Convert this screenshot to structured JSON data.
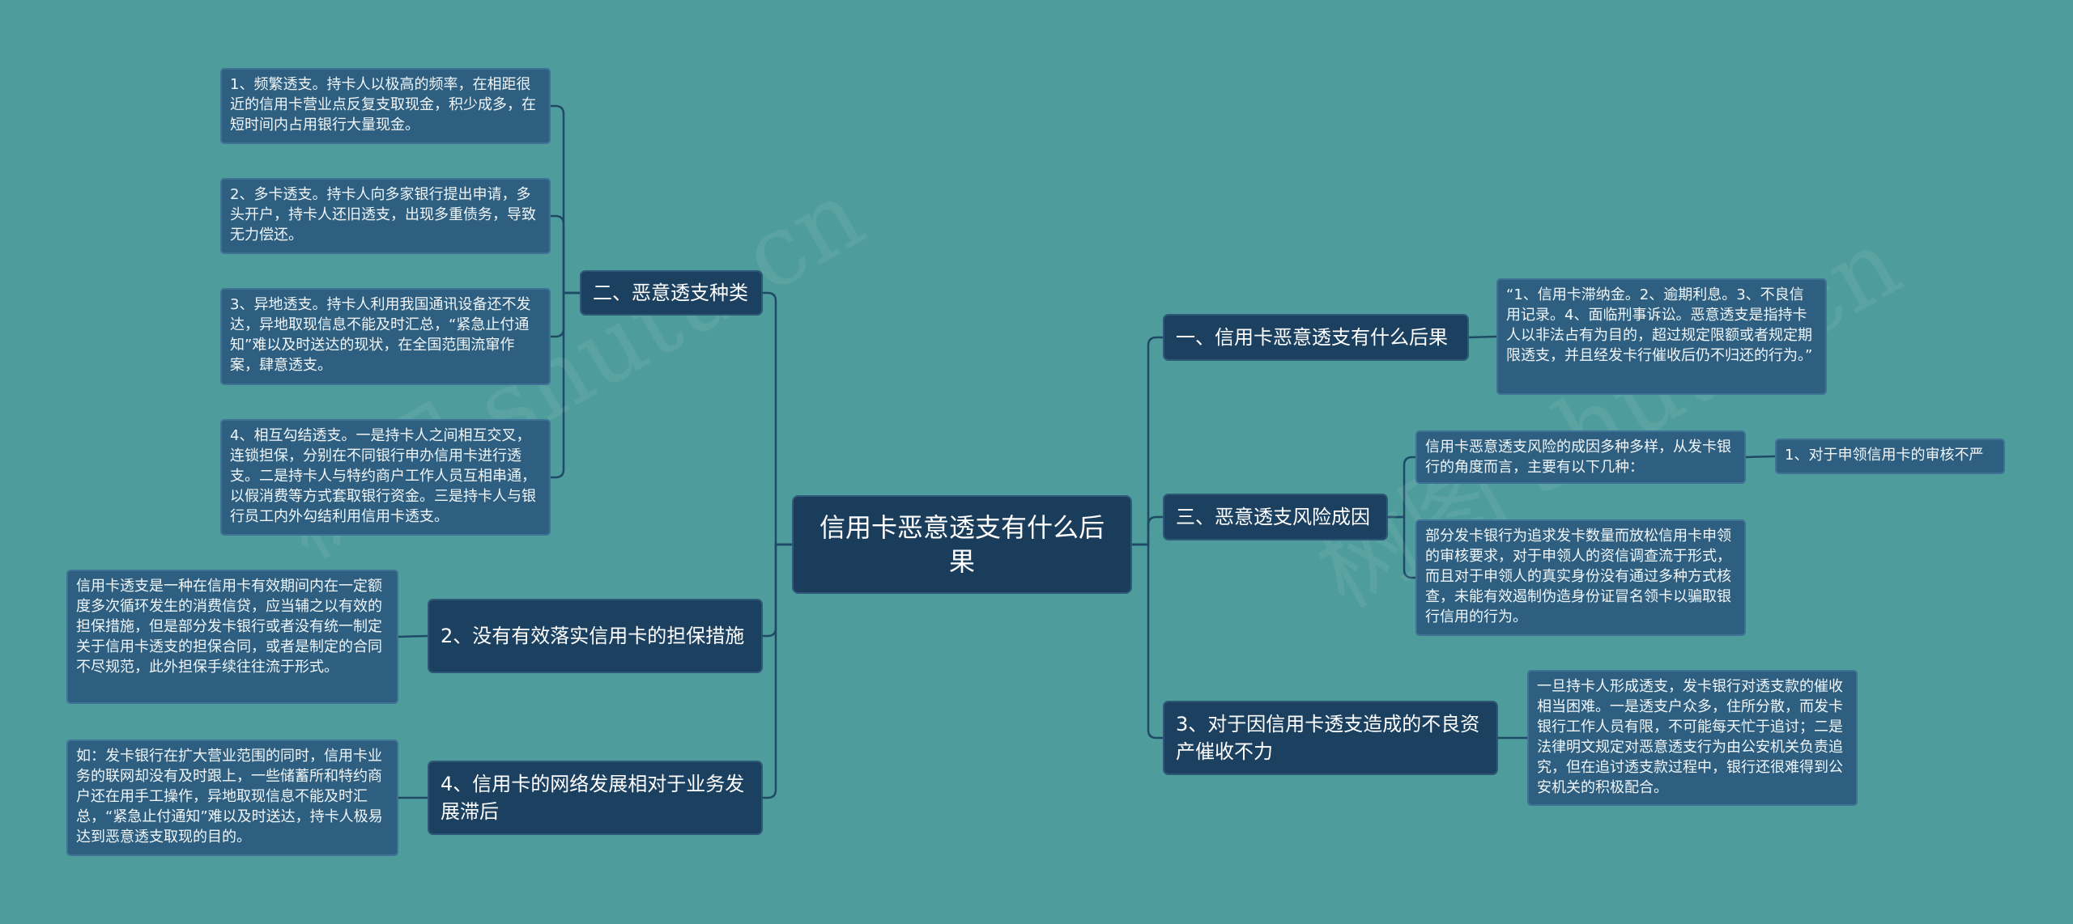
{
  "root": {
    "text": "信用卡恶意透支有什么后果"
  },
  "left": [
    {
      "label": "二、恶意透支种类",
      "children": [
        "1、频繁透支。持卡人以极高的频率，在相距很近的信用卡营业点反复支取现金，积少成多，在短时间内占用银行大量现金。",
        "2、多卡透支。持卡人向多家银行提出申请，多头开户，持卡人还旧透支，出现多重债务，导致无力偿还。",
        "3、异地透支。持卡人利用我国通讯设备还不发达，异地取现信息不能及时汇总，“紧急止付通知”难以及时送达的现状，在全国范围流窜作案，肆意透支。",
        "4、相互勾结透支。一是持卡人之间相互交叉，连锁担保，分别在不同银行申办信用卡进行透支。二是持卡人与特约商户工作人员互相串通，以假消费等方式套取银行资金。三是持卡人与银行员工内外勾结利用信用卡透支。"
      ]
    },
    {
      "label": "2、没有有效落实信用卡的担保措施",
      "children": [
        "信用卡透支是一种在信用卡有效期间内在一定额度多次循环发生的消费信贷，应当辅之以有效的担保措施，但是部分发卡银行或者没有统一制定关于信用卡透支的担保合同，或者是制定的合同不尽规范，此外担保手续往往流于形式。"
      ]
    },
    {
      "label": "4、信用卡的网络发展相对于业务发展滞后",
      "children": [
        "如：发卡银行在扩大营业范围的同时，信用卡业务的联网却没有及时跟上，一些储蓄所和特约商户还在用手工操作，异地取现信息不能及时汇总，“紧急止付通知”难以及时送达，持卡人极易达到恶意透支取现的目的。"
      ]
    }
  ],
  "right": [
    {
      "label": "一、信用卡恶意透支有什么后果",
      "children": [
        "“1、信用卡滞纳金。2、逾期利息。3、不良信用记录。4、面临刑事诉讼。恶意透支是指持卡人以非法占有为目的，超过规定限额或者规定期限透支，并且经发卡行催收后仍不归还的行为。”"
      ]
    },
    {
      "label": "三、恶意透支风险成因",
      "children": [
        "信用卡恶意透支风险的成因多种多样，从发卡银行的角度而言，主要有以下几种：",
        "部分发卡银行为追求发卡数量而放松信用卡申领的审核要求，对于申领人的资信调查流于形式，而且对于申领人的真实身份没有通过多种方式核查，未能有效遏制伪造身份证冒名领卡以骗取银行信用的行为。"
      ],
      "grandchild": "1、对于申领信用卡的审核不严"
    },
    {
      "label": "3、对于因信用卡透支造成的不良资产催收不力",
      "children": [
        "一旦持卡人形成透支，发卡银行对透支款的催收相当困难。一是透支户众多，住所分散，而发卡银行工作人员有限，不可能每天忙于追讨；二是法律明文规定对恶意透支行为由公安机关负责追究，但在追讨透支款过程中，银行还很难得到公安机关的积极配合。"
      ]
    }
  ],
  "watermark": "树图 shutu.cn",
  "colors": {
    "background": "#4e9c9c",
    "line": "#1f4a66",
    "topic": "#1c4060",
    "leaf": "#2e5f80"
  }
}
